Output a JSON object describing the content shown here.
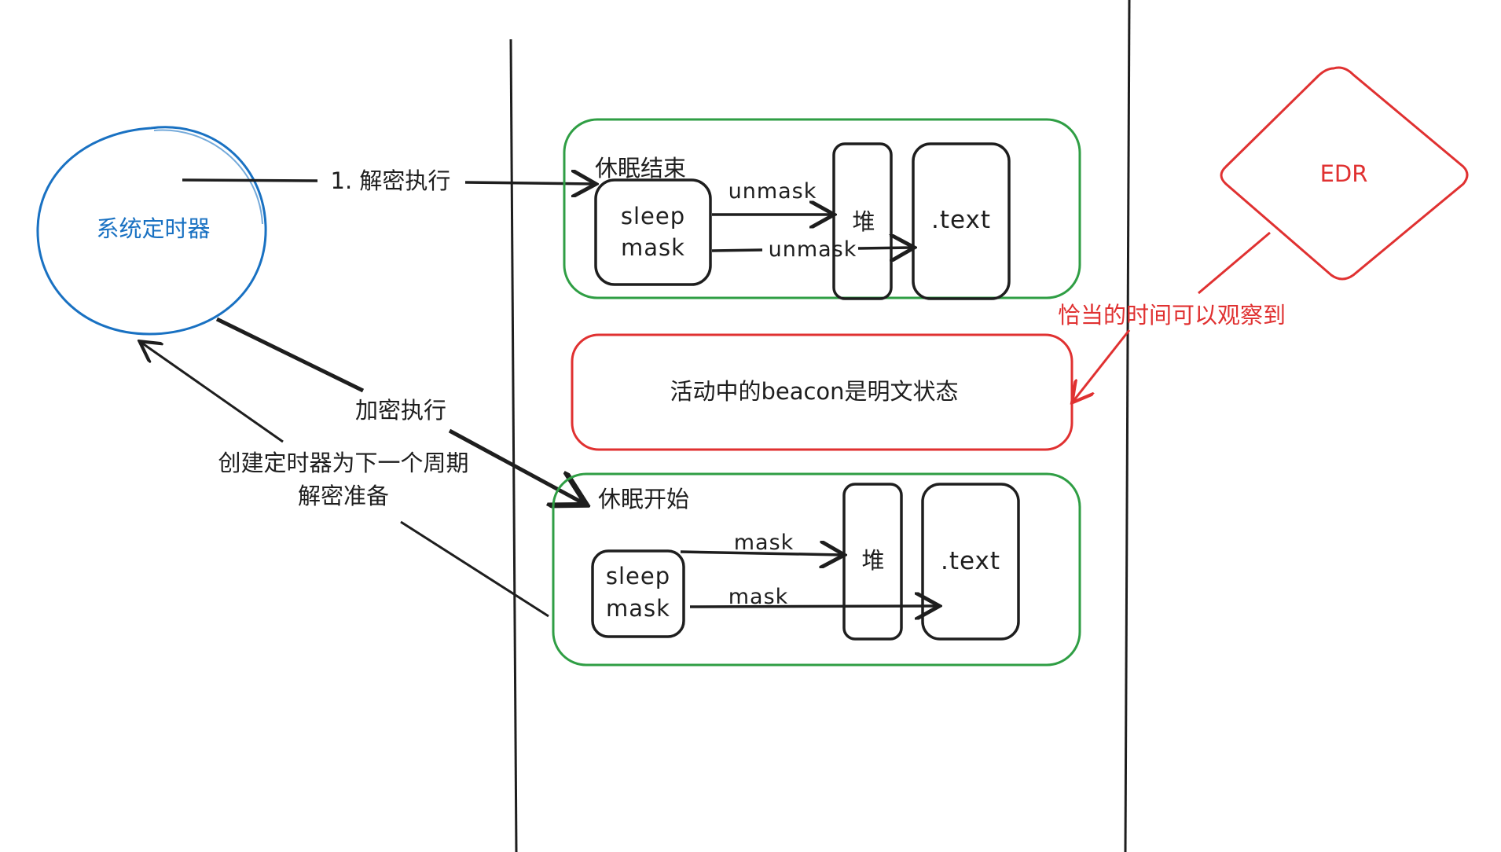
{
  "timer": {
    "label": "系统定时器"
  },
  "edr": {
    "label": "EDR",
    "observe_label": "恰当的时间可以观察到"
  },
  "sleep_end": {
    "title": "休眠结束",
    "sleep_mask_line1": "sleep",
    "sleep_mask_line2": "mask",
    "heap_label": "堆",
    "text_label": ".text",
    "arrow_heap_label": "unmask",
    "arrow_text_label": "unmask"
  },
  "beacon": {
    "label": "活动中的beacon是明文状态"
  },
  "sleep_start": {
    "title": "休眠开始",
    "sleep_mask_line1": "sleep",
    "sleep_mask_line2": "mask",
    "heap_label": "堆",
    "text_label": ".text",
    "arrow_heap_label": "mask",
    "arrow_text_label": "mask"
  },
  "edges": {
    "decrypt_exec": "1. 解密执行",
    "encrypt_exec": "加密执行",
    "create_timer_line1": "创建定时器为下一个周期",
    "create_timer_line2": "解密准备"
  },
  "colors": {
    "stroke": "#1e1e1e",
    "blue": "#1971c2",
    "green": "#2f9e44",
    "red": "#e03131"
  }
}
